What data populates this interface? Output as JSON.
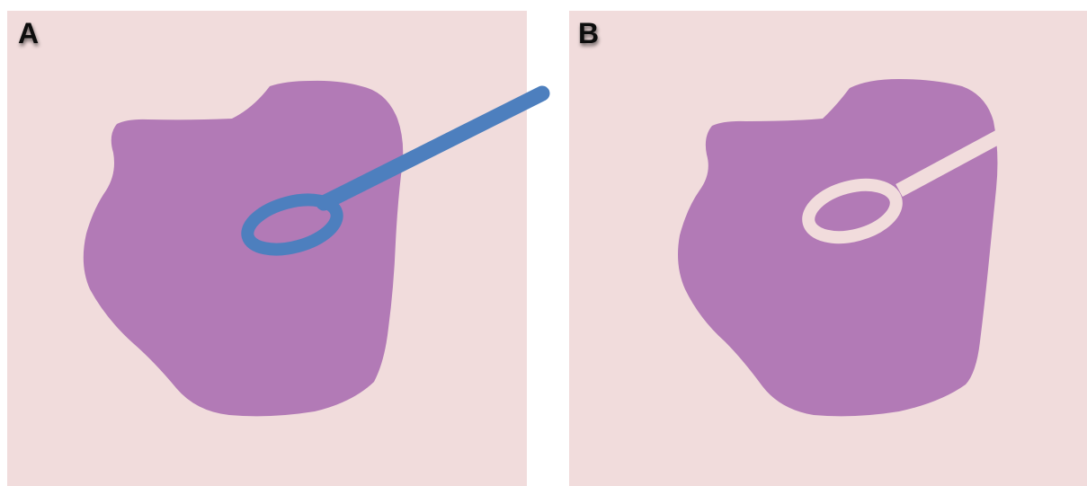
{
  "panels": [
    {
      "id": "A",
      "label": "A"
    },
    {
      "id": "B",
      "label": "B"
    }
  ],
  "colors": {
    "background": "#ffffff",
    "panel_fill": "#f1dcdc",
    "tissue": "#b27ab6",
    "instrument": "#4d7fbe",
    "removed_tract": "#f1dcdc",
    "label_text": "#111111"
  }
}
